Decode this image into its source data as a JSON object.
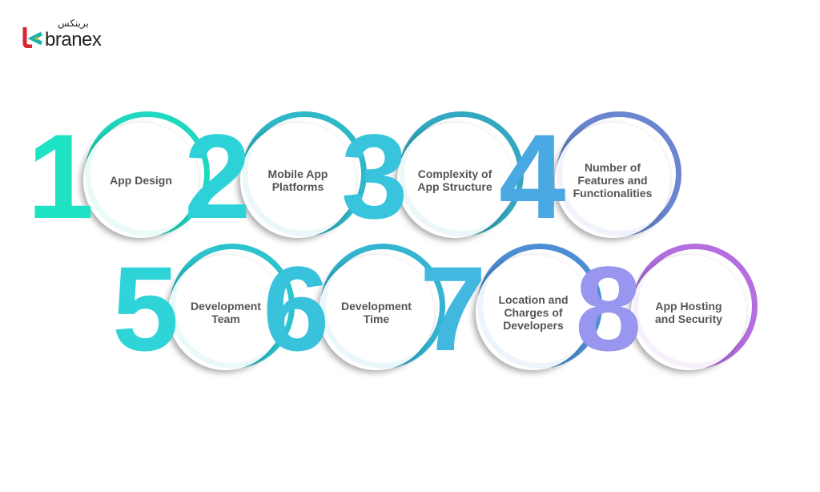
{
  "brand": {
    "name": "branex",
    "arabic": "برينكس"
  },
  "items": [
    {
      "number": "1",
      "label": "App Design",
      "color": "#1de3c4",
      "ring": "#1fd8c0"
    },
    {
      "number": "2",
      "label": "Mobile App Platforms",
      "color": "#2dd2d8",
      "ring": "#2fb8c8"
    },
    {
      "number": "3",
      "label": "Complexity of App Structure",
      "color": "#38c4dc",
      "ring": "#33a8c0"
    },
    {
      "number": "4",
      "label": "Number of Features and Functionalities",
      "color": "#4aa8e2",
      "ring": "#6a86d0"
    },
    {
      "number": "5",
      "label": "Development Team",
      "color": "#2fd4d8",
      "ring": "#2cc4cc"
    },
    {
      "number": "6",
      "label": "Development Time",
      "color": "#38c2dc",
      "ring": "#33b4d0"
    },
    {
      "number": "7",
      "label": "Location and Charges of Developers",
      "color": "#42b8e0",
      "ring": "#4b8ed4"
    },
    {
      "number": "8",
      "label": "App Hosting and Security",
      "color": "#9896ee",
      "ring": "#b46ee0"
    }
  ]
}
